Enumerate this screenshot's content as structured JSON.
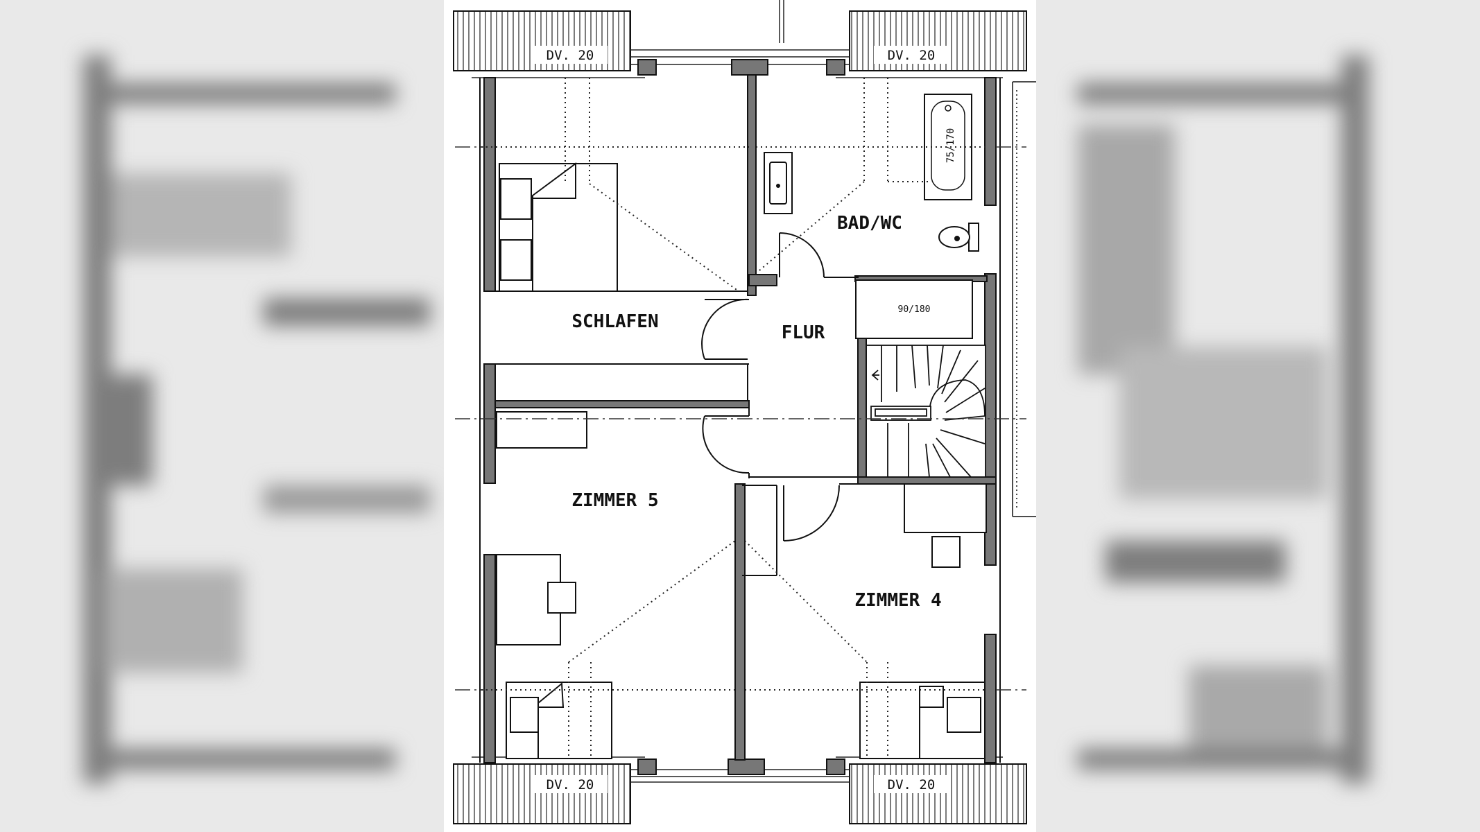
{
  "rooms": {
    "schlafen": "SCHLAFEN",
    "flur": "FLUR",
    "bad": "BAD/WC",
    "zimmer5": "ZIMMER 5",
    "zimmer4": "ZIMMER 4"
  },
  "dormers": {
    "top_left": "DV. 20",
    "top_right": "DV. 20",
    "bottom_left": "DV. 20",
    "bottom_right": "DV. 20"
  },
  "fixtures": {
    "bathtub": "75/170",
    "shower": "90/180"
  },
  "colors": {
    "wall": "#777777",
    "line": "#1a1a1a",
    "paper": "#ffffff",
    "backdrop": "#e9e9e9"
  }
}
